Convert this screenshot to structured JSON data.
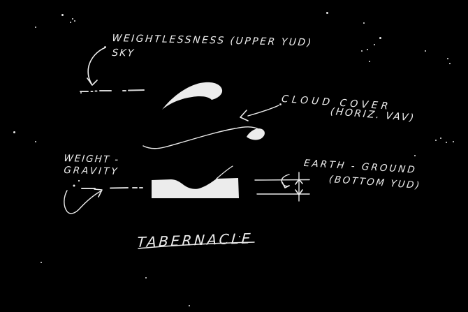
{
  "canvas": {
    "background_color": "#000000",
    "ink_color": "#ececec"
  },
  "diagram": {
    "labels": {
      "weightlessness": "WEIGHTLESSNESS (UPPER YUD)",
      "sky": "SKY",
      "cloud_cover_line1": "CLOUD COVER",
      "cloud_cover_line2": "(HORIZ. VAV)",
      "weight_line1": "WEIGHT -",
      "weight_line2": "GRAVITY",
      "earth_line1": "EARTH - GROUND",
      "earth_line2": "(BOTTOM YUD)",
      "title": "TABERNACLE"
    }
  }
}
